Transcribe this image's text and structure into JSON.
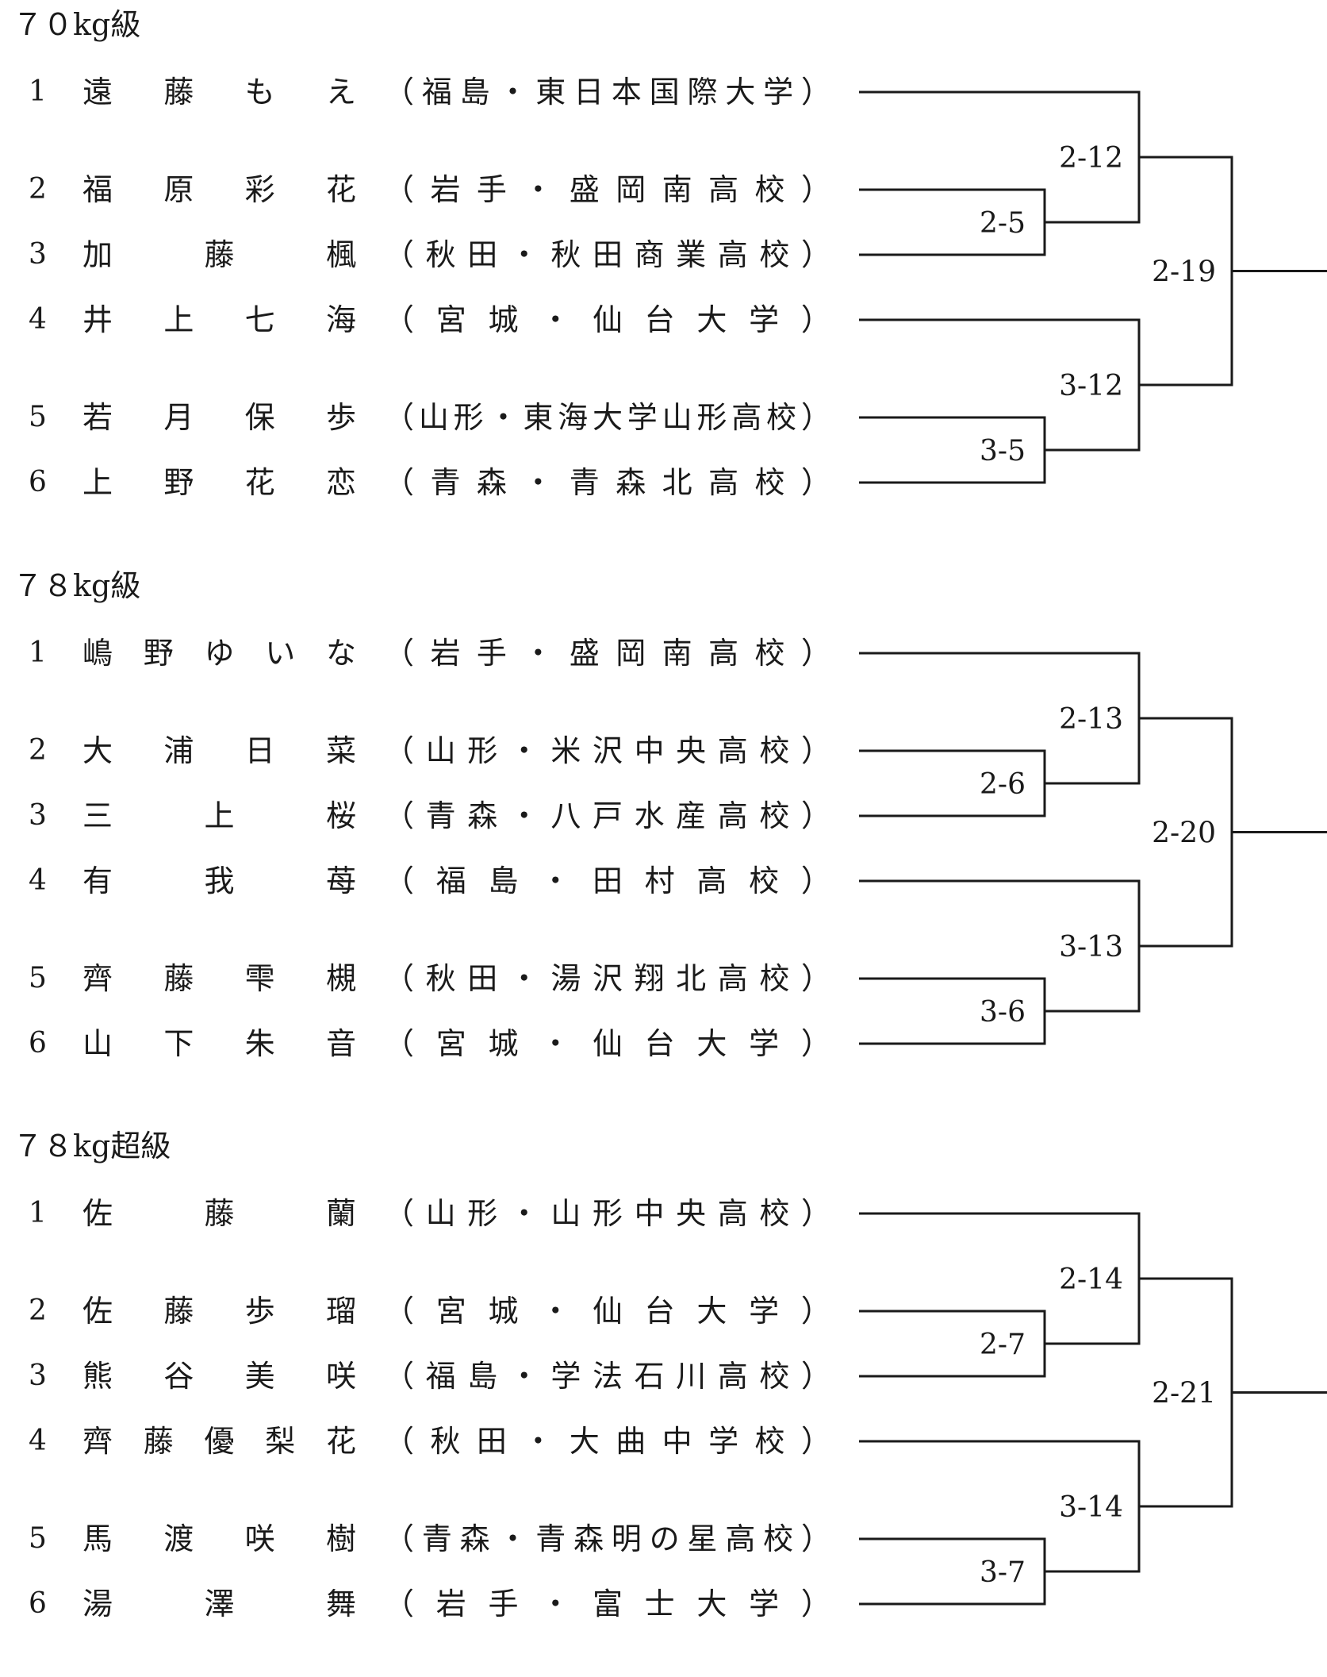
{
  "sections": [
    {
      "title": "７０kg級",
      "players": [
        {
          "seed": "1",
          "name": "遠藤もえ",
          "aff": "（福島・東日本国際大学）"
        },
        {
          "seed": "2",
          "name": "福原彩花",
          "aff": "（岩手・盛岡南高校）"
        },
        {
          "seed": "3",
          "name": "加藤楓",
          "aff": "（秋田・秋田商業高校）"
        },
        {
          "seed": "4",
          "name": "井上七海",
          "aff": "（宮城・仙台大学）"
        },
        {
          "seed": "5",
          "name": "若月保歩",
          "aff": "（山形・東海大学山形高校）"
        },
        {
          "seed": "6",
          "name": "上野花恋",
          "aff": "（青森・青森北高校）"
        }
      ],
      "matches": {
        "m1": "2-5",
        "m2": "3-5",
        "m3": "2-12",
        "m4": "3-12",
        "m5": "2-19"
      }
    },
    {
      "title": "７８kg級",
      "players": [
        {
          "seed": "1",
          "name": "嶋野ゆいな",
          "aff": "（岩手・盛岡南高校）"
        },
        {
          "seed": "2",
          "name": "大浦日菜",
          "aff": "（山形・米沢中央高校）"
        },
        {
          "seed": "3",
          "name": "三上桜",
          "aff": "（青森・八戸水産高校）"
        },
        {
          "seed": "4",
          "name": "有我苺",
          "aff": "（福島・田村高校）"
        },
        {
          "seed": "5",
          "name": "齊藤雫槻",
          "aff": "（秋田・湯沢翔北高校）"
        },
        {
          "seed": "6",
          "name": "山下朱音",
          "aff": "（宮城・仙台大学）"
        }
      ],
      "matches": {
        "m1": "2-6",
        "m2": "3-6",
        "m3": "2-13",
        "m4": "3-13",
        "m5": "2-20"
      }
    },
    {
      "title": "７８kg超級",
      "players": [
        {
          "seed": "1",
          "name": "佐藤蘭",
          "aff": "（山形・山形中央高校）"
        },
        {
          "seed": "2",
          "name": "佐藤歩瑠",
          "aff": "（宮城・仙台大学）"
        },
        {
          "seed": "3",
          "name": "熊谷美咲",
          "aff": "（福島・学法石川高校）"
        },
        {
          "seed": "4",
          "name": "齊藤優梨花",
          "aff": "（秋田・大曲中学校）"
        },
        {
          "seed": "5",
          "name": "馬渡咲樹",
          "aff": "（青森・青森明の星高校）"
        },
        {
          "seed": "6",
          "name": "湯澤舞",
          "aff": "（岩手・富士大学）"
        }
      ],
      "matches": {
        "m1": "2-7",
        "m2": "3-7",
        "m3": "2-14",
        "m4": "3-14",
        "m5": "2-21"
      }
    }
  ]
}
